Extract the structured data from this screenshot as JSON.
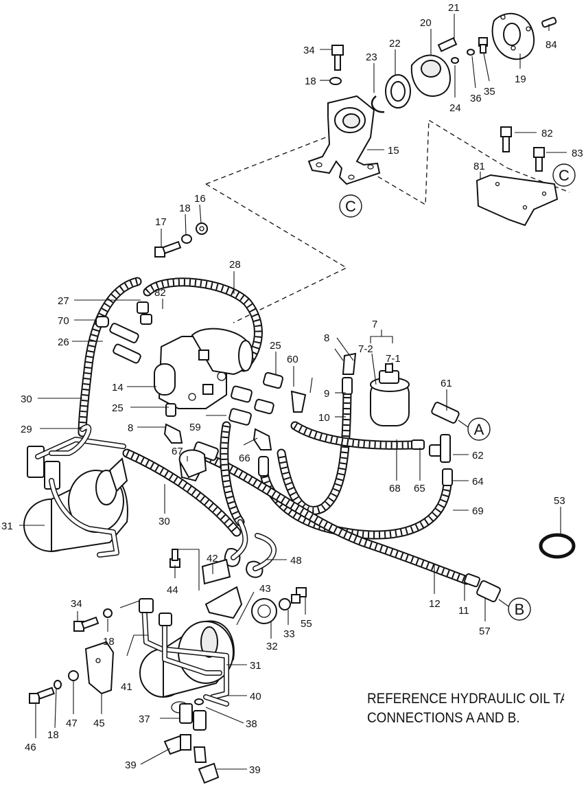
{
  "diagram": {
    "part_numbers": [
      "21",
      "20",
      "84",
      "34",
      "23",
      "22",
      "18",
      "19",
      "36",
      "35",
      "24",
      "15",
      "82",
      "83",
      "81",
      "16",
      "18",
      "17",
      "28",
      "82",
      "27",
      "70",
      "26",
      "25",
      "60",
      "8",
      "7",
      "7-2",
      "7-1",
      "14",
      "9",
      "10",
      "61",
      "30",
      "25",
      "8",
      "59",
      "66",
      "62",
      "29",
      "67",
      "68",
      "65",
      "64",
      "31",
      "30",
      "69",
      "53",
      "48",
      "42",
      "44",
      "43",
      "12",
      "11",
      "57",
      "34",
      "33",
      "55",
      "18",
      "32",
      "31",
      "41",
      "40",
      "47",
      "45",
      "46",
      "18",
      "37",
      "38",
      "39",
      "39"
    ],
    "callouts": [
      "C",
      "C",
      "A",
      "B"
    ],
    "note_lines": [
      "REFERENCE HYDRAULIC OIL TA",
      "CONNECTIONS A AND B."
    ]
  }
}
